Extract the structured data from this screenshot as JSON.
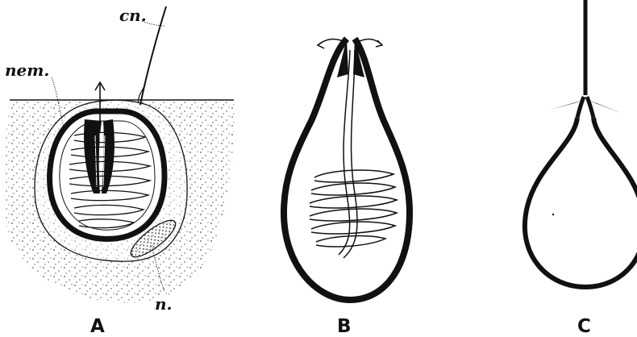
{
  "figure": {
    "labels": {
      "cnidocil": "cn.",
      "nematocyst": "nem.",
      "nucleus": "n."
    },
    "panels": {
      "a": "A",
      "b": "B",
      "c": "C"
    }
  },
  "colors": {
    "ink": "#111111",
    "background": "#ffffff",
    "stipple": "#555555"
  }
}
